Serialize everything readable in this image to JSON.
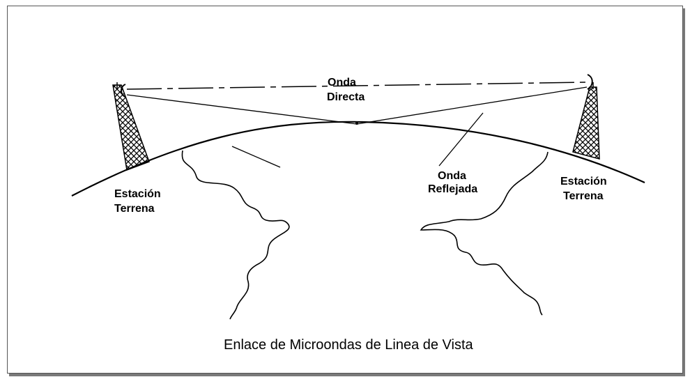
{
  "labels": {
    "direct_wave_line1": "Onda",
    "direct_wave_line2": "Directa",
    "reflected_wave_line1": "Onda",
    "reflected_wave_line2": "Reflejada",
    "left_station_line1": "Estación",
    "left_station_line2": "Terrena",
    "right_station_line1": "Estación",
    "right_station_line2": "Terrena"
  },
  "caption": "Enlace de Microondas de Linea de Vista"
}
